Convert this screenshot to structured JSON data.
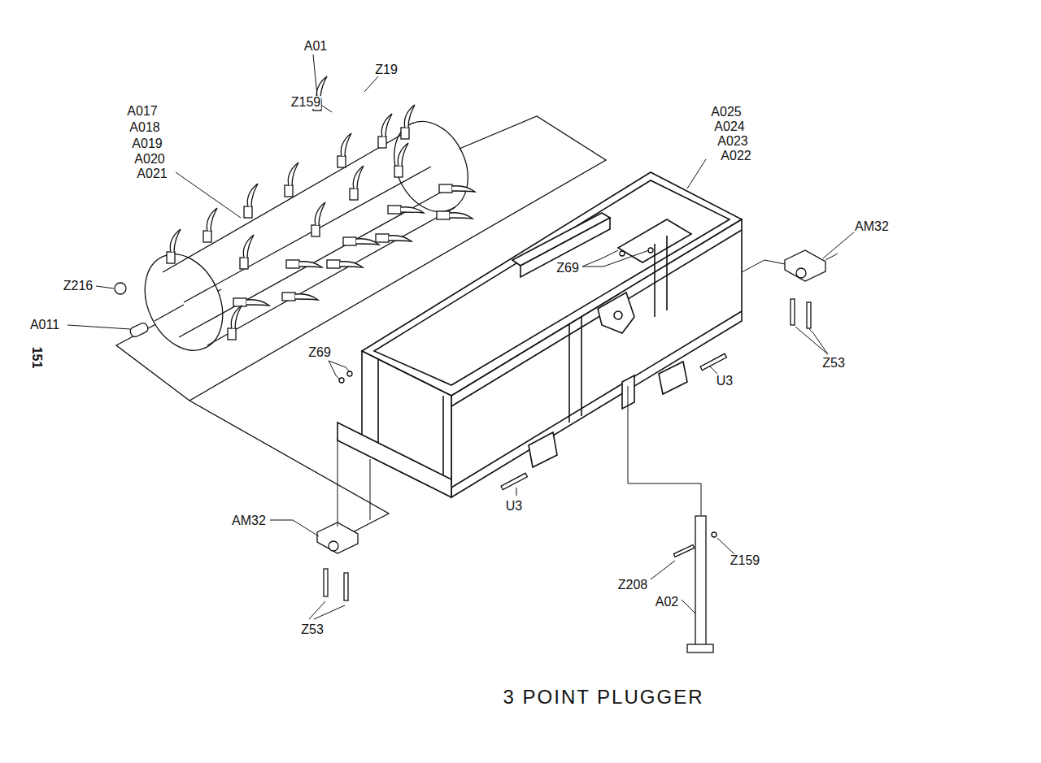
{
  "diagram": {
    "caption": "3 POINT PLUGGER",
    "labels": [
      "A01",
      "Z19",
      "Z159",
      "A017",
      "A018",
      "A019",
      "A020",
      "A021",
      "Z216",
      "A011",
      "A025",
      "A024",
      "A023",
      "A022",
      "AM32",
      "Z69",
      "Z53",
      "Z69",
      "U3",
      "U3",
      "AM32",
      "Z53",
      "Z159",
      "Z208",
      "A02",
      "151"
    ]
  }
}
